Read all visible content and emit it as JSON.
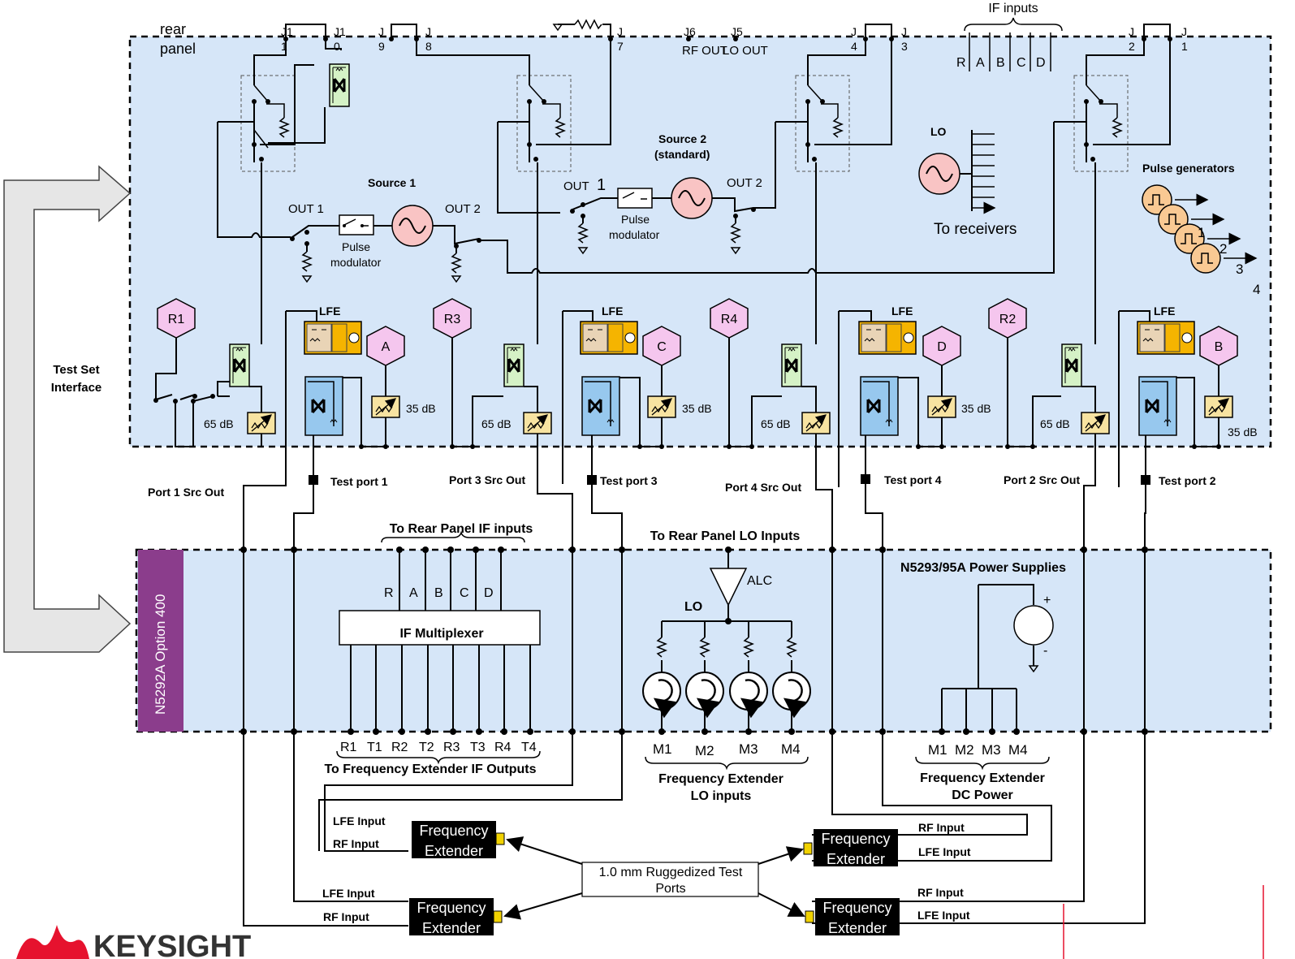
{
  "colors": {
    "panel_fill": "#d6e6f8",
    "coupler_green": "#d5f2c6",
    "coupler_blue": "#97c8ee",
    "lfe_orange": "#f5b400",
    "hex_pink": "#f5c6ee",
    "source_pink": "#f9c4c4",
    "pulse_orange": "#f9c993",
    "atten_tan": "#f7e3a1",
    "option_purple": "#8b3d8c",
    "extender_black": "#000000",
    "arrow_gray": "#e6e6e6"
  },
  "top": {
    "rear_panel": [
      "rear",
      "panel"
    ],
    "if_inputs": "IF inputs",
    "if_letters": [
      "R",
      "A",
      "B",
      "C",
      "D"
    ],
    "jumpers": [
      {
        "top": "J1",
        "bottom": "1"
      },
      {
        "top": "J1",
        "bottom": "0"
      },
      {
        "top": "J",
        "bottom": "9"
      },
      {
        "top": "J",
        "bottom": "8"
      },
      {
        "top": "J",
        "bottom": "7"
      },
      {
        "top": "J6",
        "bottom": "RF OUT"
      },
      {
        "top": "J5",
        "bottom": "LO OUT"
      },
      {
        "top": "J",
        "bottom": "4"
      },
      {
        "top": "J",
        "bottom": "3"
      },
      {
        "top": "J",
        "bottom": "2"
      },
      {
        "top": "J",
        "bottom": "1"
      }
    ]
  },
  "sources": {
    "source1": "Source 1",
    "source2": [
      "Source 2",
      "(standard)"
    ],
    "out1": "OUT 1",
    "out2": "OUT 2",
    "out1_big": "OUT",
    "out1_num": "1",
    "pulse_mod": [
      "Pulse",
      "modulator"
    ],
    "lo": "LO",
    "to_receivers": "To receivers",
    "pulse_generators": "Pulse generators",
    "pulse_numbers": [
      "1",
      "2",
      "3",
      "4"
    ]
  },
  "receivers": {
    "ref": [
      "R1",
      "R3",
      "R4",
      "R2"
    ],
    "test": [
      "A",
      "C",
      "D",
      "B"
    ],
    "lfe": "LFE",
    "atten65": "65 dB",
    "atten35": "35 dB"
  },
  "side": {
    "test_set_interface": [
      "Test Set",
      "Interface"
    ],
    "option": "N5292A Option 400"
  },
  "ports": {
    "src_out": [
      "Port 1 Src Out",
      "Port 3 Src Out",
      "Port 4 Src Out",
      "Port 2 Src Out"
    ],
    "test_port": [
      "Test port 1",
      "Test port 3",
      "Test port 4",
      "Test port 2"
    ]
  },
  "lower": {
    "to_rear_if": "To Rear Panel IF inputs",
    "if_letters": [
      "R",
      "A",
      "B",
      "C",
      "D"
    ],
    "if_mux": "IF Multiplexer",
    "if_outputs": [
      "R1",
      "T1",
      "R2",
      "T2",
      "R3",
      "T3",
      "R4",
      "T4"
    ],
    "to_fe_if": "To Frequency Extender IF Outputs",
    "to_rear_lo": "To Rear Panel LO Inputs",
    "alc": "ALC",
    "lo": "LO",
    "lo_outputs": [
      "M1",
      "M2",
      "M3",
      "M4"
    ],
    "fe_lo_inputs": [
      "Frequency Extender",
      "LO inputs"
    ],
    "power_supplies": "N5293/95A Power Supplies",
    "plus": "+",
    "minus": "-",
    "dc_outputs": [
      "M1",
      "M2",
      "M3",
      "M4"
    ],
    "fe_dc_power": [
      "Frequency Extender",
      "DC Power"
    ]
  },
  "extenders": {
    "label": [
      "Frequency",
      "Extender"
    ],
    "lfe_input": "LFE  Input",
    "rf_input": "RF Input",
    "ruggedized": [
      "1.0 mm Ruggedized Test",
      "Ports"
    ]
  },
  "logo": "KEYSIGHT"
}
